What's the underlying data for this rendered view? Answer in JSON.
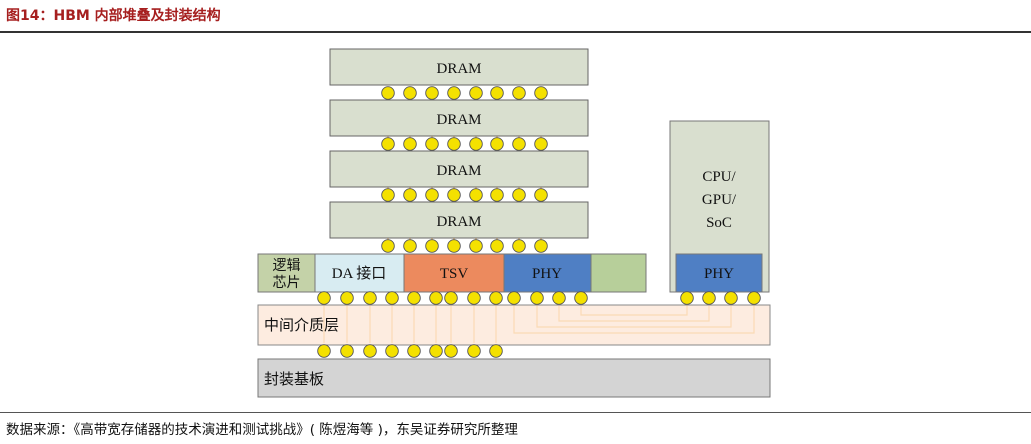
{
  "figure": {
    "title": "图14：HBM 内部堆叠及封装结构",
    "source": "数据来源：《高带宽存储器的技术演进和测试挑战》( 陈煜海等 )，东吴证券研究所整理"
  },
  "diagram": {
    "dram_label": "DRAM",
    "logic_chip_label": "逻辑芯片",
    "da_port_label": "DA 接口",
    "tsv_label": "TSV",
    "phy_label": "PHY",
    "processor_label": "CPU/GPU/SoC",
    "interposer_label": "中间介质层",
    "substrate_label": "封装基板"
  },
  "colors": {
    "dram_fill": "#d9dfcf",
    "logic_fill": "#c4d2a8",
    "da_fill": "#d8ecf2",
    "tsv_fill": "#ec8a5e",
    "phy_fill": "#4f7fc4",
    "interposer_fill": "#fce6d6",
    "substrate_fill": "#d4d4d4",
    "bump_fill": "#f4e100",
    "trace": "#f2b655"
  }
}
